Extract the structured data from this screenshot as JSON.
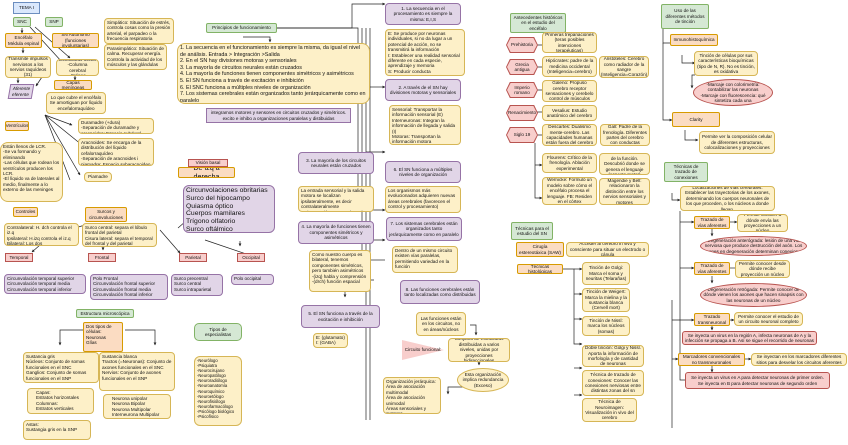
{
  "title": "TEMA I",
  "left": {
    "snc": "SNC",
    "snp": "SNP",
    "encefalo": "Encéfalo\nMédula espinal",
    "transmite": "Transmite impulsos nerviosos a los nervios raquídeos (31)",
    "aferente": "Aferente\neferente",
    "sn_autonomo": "SN Autónomo\n(funciones involuntarias)",
    "simpatico": "Simpático: Situación de estrés, controla cosas como la presión arterial, el parpadeo o la frecuencia respiratoria",
    "parasimpatico": "Parasimpático: Situación de calma. Recuperar energía. Controla la actividad de los músculos y las glándulas",
    "estructuras_oseas": "Estructuras óseas\n-Columna cerebral\n-Cráneo",
    "capas_meningeas": "Capas meníngeas",
    "cubre_encefalo": "Lo que cubre el encéfalo\nSe amortiguan por líquido encefalorraquídeo",
    "ventriculos": "Ventrículos",
    "duramadre": "Duramadre (+dura)\n-Separación de duramadre y aracnoides: Espacio subdural",
    "aracnoides": "Aracnoides: Se encarga de la distribución del líquido cefalorraquídeo\n-Separación de aracnoides i piamadre: Espacio subaracnoideo",
    "piamadre": "Piamadre",
    "lcr": "Están llenos de LCR.\n-Se va formando y eliminando\n-Las células que rodean los ventrículos producen los LCR.\n-El líquido va de laterales al medio, finalmente a lo externo de las meninges",
    "controles": "Controles",
    "contralateral": "Contralateral: H. dch controla el iz.q\nIpsilateral: H.izq controla el iz.q\nBilateral: Los dos",
    "surcos": "Surcos y circunvoluciones",
    "surco_central": "Surco central: separa el lóbulo frontal del parietal\nCisura lateral: separa el temporal del frontal y del parietal",
    "vision_basal": "Visión basal",
    "izq_derecha": "De izq a derecha",
    "basal_list": "Circunvolaciones obritarias\nSurco del hipocampo\nQuiasma óptico\nCuerpos mamilares\nTrígono olfatorio\nSurco oftálmico",
    "lobes": [
      "Temporal",
      "Frontal",
      "Parietal",
      "Occipital"
    ],
    "temporal_list": "Circunvolación temporal superior\nCircunvolación temporal media\nCircunvolación temporal inferior",
    "frontal_list": "Polo Frontal\nCircunvolación frontal superior\nCircunvolación frontal media\nCircunvolación frontal inferior",
    "parietal_list": "Surco precentral\nSurco central\nSurco intraparietal",
    "occipital_list": "Polo occipital",
    "estructura_micro": "Estructura microscópica",
    "dos_tipos": "Dos tipos de células:\nNeuronas\nGlías",
    "sustancia_gris": "Sustancia gris\nNúcleos: Conjunto de somas funcionales en el SNC\nGanglios: Conjunto de somas funcionales en el SNP",
    "sustancia_blanca": "Sustancia blanca\nTractos (=Neuronas): Conjunto de axones funcionales en el SNC\nNervios: Conjunto de axones funcionales en el SNP",
    "capas": "Capas:\nEstratos horizontales\nColumnas:\nEstratos verticales",
    "astas": "Astas:\nSustangia gris en la SNP",
    "neuronas_tipos": "Neurona unipolar\nNeurona Bipolar\nNeurona Multipolar\nInterneurona Multipolar",
    "tipos_especialistas": "Tipos de especialistas",
    "especialistas": "-Neurólogo\n-Psiquiatra\n-Neurocirujano\n-Neuropatólogo\n-Neuroradiólogo\n-Neuroanatomía\n-Neuroquímico\n-Neuroetólogo\n-Neurofisiólogo\n-Neurofarmacólogo\n-Psicólogo biológico\n-Psicofísico"
  },
  "middle": {
    "principios": "Principios de funcionamiento",
    "principios_list": "1. La secuencia en el funcionamiento es siempre la misma, da igual el nivel de análisis. Entrada > Integración >Salida\n2. En el SN hay divisiones motoras y sensoriales\n3. La mayoría de circuitos neurales están cruzados\n4. La mayoría de funciones tienen componentes simétricos y asimétricos\n5. El SN funciona a través de excitación e inhibición\n6. El SNC funciona a múltiples niveles de organización\n7. Los sistemas cerebrales están organizados tanto jerárquicamente como en paralelo\n8. Las funciones cerebrales están tanto localizadas como distribuidas",
    "integramos": "integramos motores y sensores en circuitos cruzados y simétricos.\nexcito e inhibo a organizaciones paralelas y distibuidas",
    "p1": "1. La secuencia en el procesamiento es siempre la misma: E,I,S",
    "p1_detail": "E: Se produce por neuronas individuales, si no da lugar a un potencial de acción, no se transmitirá la información\nI: Establecer una realidad sensorial diferente en cada especie, aprendizaje y memoria\nS: Producir conducta",
    "p2": "2. A través de el SN hay divisiones motoras y sensoriales",
    "p2_detail": "Sensorial: Transportar la información sensorial (E)\nInterneuronas: Integran la información de llegada y salida (I)\nMotoras: Transportan la información motora",
    "p3": "3. La mayoría de los circuitos neurales están cruzados",
    "p3_detail": "La entrada sensorial y la salida motora se localizan ipsilateralmente, es decir contralateralmente\nLa integración es contralateral",
    "p4": "4. La mayoría de funciones tienen componentes simétricos y asimétricos",
    "p4_detail": "Como nuestro cuerpo es bilateral, tenemos componentes simétricos, pero también asimétricos\n-(izq) habla y comprensión\n-(drch) función espacial",
    "p5": "5. El SN funciona a través de la excitación e inhibición",
    "p5_detail": "E: (glutamato)\nI: (GABA)",
    "p6": "6. El SN funciona a múltiples niveles de organización",
    "p6_detail": "Los organismos más evolucionados adquieren nuevas áreas cerebrales (favorecen el control y procesamiento)",
    "p7": "7. Los sistemas cerebrales están organizados tanto jerárquicamente como en paralelo",
    "p7_detail": "Dentro de un mismo circuito existen vías paralelas, permitiendo variedad en la función",
    "p8": "8. Las funciones cerebrales están tanto localizadas como distribuidas",
    "p8_detail": "Las funciones están en los circuitos, no en áreas/núcleos",
    "circuito_funcional": "Circuito funcional:",
    "conjunto": "Conjunto de estructuras distribuidas a varios niveles, unidas por proyecciones bidireccionales",
    "redundancia": "Esta organización implica redundancia (Exceso)",
    "jerarquica": "Organización jerárquica:\nÁrea de asociación multimodal\nÁrea de asociación unimodal\nÁreas sensoriales y motoras"
  },
  "history": {
    "title": "Antecedentes históricos en el estudio del encéfalo",
    "periods": [
      "Prehistoria",
      "Grecia antigua",
      "Imperio romano",
      "Renacimiento",
      "Siglo 19"
    ],
    "prehistoria": "Primeras trepanaciones (teras posibles intenciones terapéuticas)",
    "hipocrates": "Hipócrates: padre de la medicina occidental (Inteligencia=cerebro)",
    "aristoteles": "Aristóteles: Cerebro como radiador de la sangre (Inteligencia=Corazón)",
    "galeno": "Galeno: Propuso cerebro receptor sensaciones y cerebelo control de músculos",
    "vesalius": "Vesalius: Estudio anatómico del cerebro",
    "descartes": "Descartes: Dualismo mente-cerebro. Las capacidades humanas están fuera del cerebro",
    "gall": "Gall: Padre de la frenología. Diferentes partes del cerebro con conductas",
    "flourens": "Flourens: Crítico de la frenología. Ablación experimental",
    "broca": "Broca: Localización de la función. Descubrió donde se genera el lenguaje (aspecto motor)",
    "wernicke": "Wernicke: Formuló un modelo sobre cómo el encéfalo procesa el lenguaje. FB: Residen en el córtex",
    "magendie": "Magendie y Bell: relacionaron la distinción entre los nervios sensoriales y motores"
  },
  "techniques": {
    "title": "Técnicas para el estudio del SN",
    "cirugia": "Cirugía estereotáxica (SAW)",
    "cirugia_detail": "Acceder al cerebro in vivo y consciente para situar un electrodo o cánula",
    "histologicas": "Técnicas histológicas",
    "items": [
      "Tinción de Golgi: Marca el soma y neuritas (Telarañas)",
      "Tinción de Weigert: Marca la mielina y la sustancia blanca (Cervell mort)",
      "Tinción de Nissl: marca los núcleos (somas)",
      "Doble tinción: Golgi y Nissl. Aporta la información de morfología y de cantidad de neuronas",
      "Técnica de trazado de conexiones: Conocer las conexiones nerviosas entre distintas zonas del sn",
      "Técnica de Neuroimagen: Visualización in vivo del cerebro"
    ]
  },
  "staining": {
    "title": "Uso de las diferentes métodos de tinción",
    "immuno": "Inmunohistoquímica",
    "immuno_detail": "Tinción de células por sus características bioquímicas (tipo de N, R). No es tinción, es oxidativa",
    "marcaje": "-Marcaje con colorimetría: contabilizar las neuronas\n-Marcaje con fluorescencia: qué sintetiza cada una",
    "clarity": "Clarity",
    "clarity_detail": "Permite ver la composición celular de diferentes estructuras, colocalizaciones y proyecciones",
    "trazado_title": "Técnicas de trazado de conexiones",
    "localizaciones": "Localizaciones de vías cerebrales. Establecer las trayectorias de los axones, determinando los cuerpos neuronales de los que proceden, o los núcleos a donde llegan.",
    "aferentes1": "Trazado de vías aferentes",
    "aferentes1_detail": "Permite conocer a dónde envía las proyecciones a un núcleo",
    "anterograda": "Degeneración anterógrada: lesión de una vía nerviosa que produce destrucción del axón. Los axones en degeneración determinan conexiones",
    "aferentes2": "Trazado de vías aferentes",
    "aferentes2_detail": "Permite conocer desde dónde recibe proyección un núcleo",
    "retrograda": "Degeneración retrógada: Permite conocer de dónde vienen los axones que hacen sinapsis con las neuronas de un núcleo",
    "transneuronal": "Trazado transneuronal",
    "transneuronal_detail": "Permite conocer el estudio de un circuito neuronal completo",
    "virus_ab": "Se inyecta un virus en la región A, infecta neuronas de A y la infección se propaga a B. Así se sigue el recorrido de neuronas",
    "marcadores": "Marcadores convencionales no transneuronales",
    "marcadores_detail": "Se inyectan en los marcadores diferentes sitios para desvelar los circuitos aferentes",
    "virus_orden": "Se inyecta un virus en A para detectar neuronas de primer orden. Se inyecta en B para detectar neuronas de segundo orden"
  }
}
